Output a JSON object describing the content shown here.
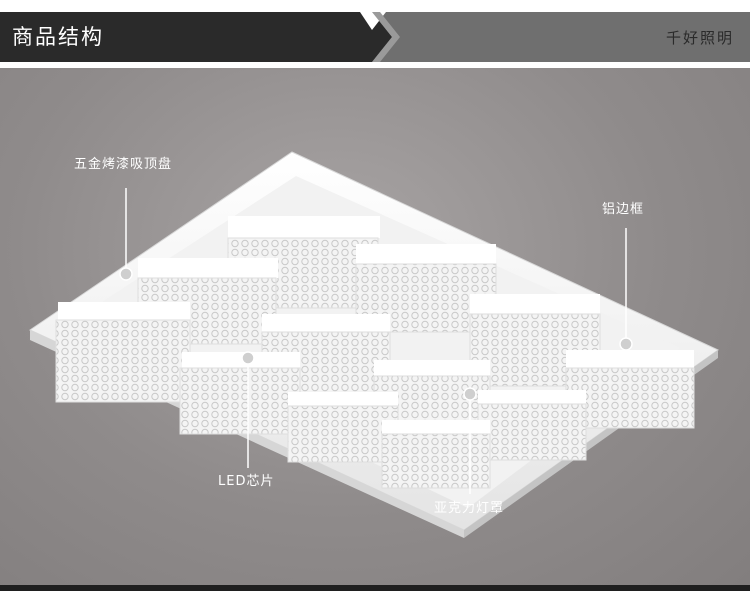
{
  "header": {
    "title": "商品结构",
    "brand": "千好照明"
  },
  "annotations": {
    "hardware_base": "五金烤漆吸顶盘",
    "aluminum_frame": "铝边框",
    "led_chip": "LED芯片",
    "acrylic_shade": "亚克力灯罩"
  },
  "colors": {
    "header_dark": "#2b2b2b",
    "header_light": "#6e6e6e",
    "stage_bg": "#8f8b8b",
    "label_text": "#ffffff"
  }
}
